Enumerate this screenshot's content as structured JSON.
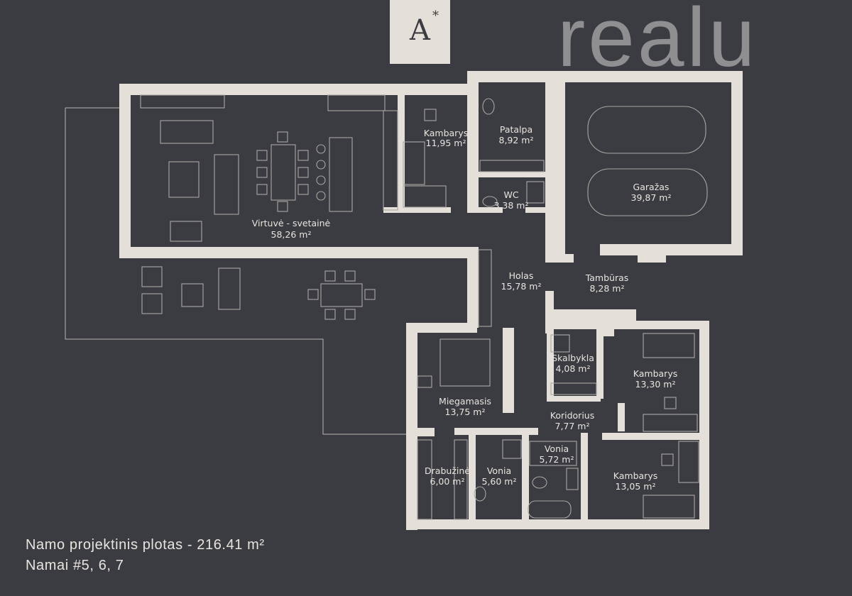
{
  "brand": {
    "logo_letter": "A",
    "logo_mark": "*",
    "wordmark": "realu"
  },
  "caption": {
    "area_line": "Namo projektinis plotas - 216.41 m²",
    "houses_line": "Namai #5, 6, 7"
  },
  "rooms": [
    {
      "id": "virtuve",
      "name": "Virtuvė - svetainė",
      "area": "58,26 m²"
    },
    {
      "id": "kambarys1",
      "name": "Kambarys",
      "area": "11,95 m²"
    },
    {
      "id": "patalpa",
      "name": "Patalpa",
      "area": "8,92 m²"
    },
    {
      "id": "wc",
      "name": "WC",
      "area": "3,38 m²"
    },
    {
      "id": "garazas",
      "name": "Garažas",
      "area": "39,87 m²"
    },
    {
      "id": "holas",
      "name": "Holas",
      "area": "15,78 m²"
    },
    {
      "id": "tamburas",
      "name": "Tambūras",
      "area": "8,28 m²"
    },
    {
      "id": "skalbykla",
      "name": "Skalbykla",
      "area": "4,08 m²"
    },
    {
      "id": "kambarys2",
      "name": "Kambarys",
      "area": "13,30 m²"
    },
    {
      "id": "miegamasis",
      "name": "Miegamasis",
      "area": "13,75 m²"
    },
    {
      "id": "koridorius",
      "name": "Koridorius",
      "area": "7,77 m²"
    },
    {
      "id": "vonia1",
      "name": "Vonia",
      "area": "5,72 m²"
    },
    {
      "id": "drabuzine",
      "name": "Drabužinė",
      "area": "6,00 m²"
    },
    {
      "id": "vonia2",
      "name": "Vonia",
      "area": "5,60 m²"
    },
    {
      "id": "kambarys3",
      "name": "Kambarys",
      "area": "13,05 m²"
    }
  ]
}
